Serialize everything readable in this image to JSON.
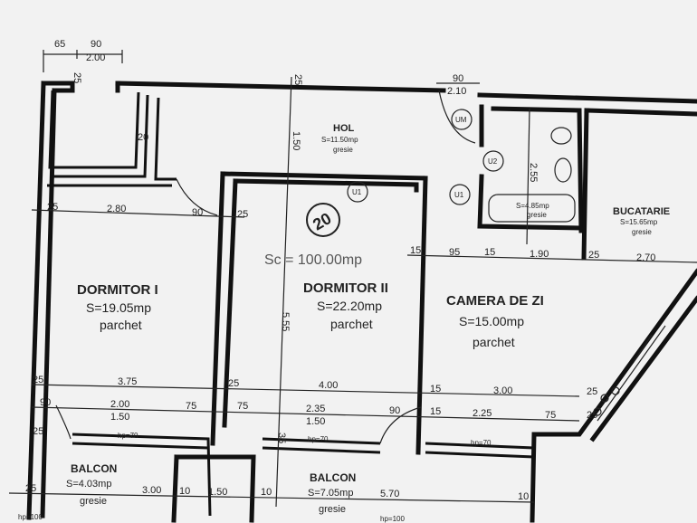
{
  "rooms": {
    "hol": {
      "name": "HOL",
      "area": "S=11.50mp",
      "finish": "gresie"
    },
    "dormitor1": {
      "name": "DORMITOR I",
      "area": "S=19.05mp",
      "finish": "parchet"
    },
    "dormitor2": {
      "name": "DORMITOR II",
      "area": "S=22.20mp",
      "finish": "parchet"
    },
    "camera_zi": {
      "name": "CAMERA DE ZI",
      "area": "S=15.00mp",
      "finish": "parchet"
    },
    "baie": {
      "area": "S=4.85mp",
      "finish": "gresie"
    },
    "bucatarie": {
      "name": "BUCATARIE",
      "area": "S=15.65mp",
      "finish": "gresie"
    },
    "balcon1": {
      "name": "BALCON",
      "area": "S=4.03mp",
      "finish": "gresie"
    },
    "balcon2": {
      "name": "BALCON",
      "area": "S=7.05mp",
      "finish": "gresie"
    }
  },
  "apartment_number": "20",
  "total_area": "Sc = 100.00mp",
  "door_tags": [
    "UM",
    "U2",
    "U1",
    "U1"
  ],
  "sill_labels": [
    "hp=70",
    "hp=70",
    "hp=70",
    "hp=100",
    "hp=100"
  ],
  "dims": [
    "65",
    "90",
    "2.00",
    "25",
    "25",
    "1.50",
    "20",
    "90",
    "2.10",
    "2.55",
    "25",
    "2.80",
    "90",
    "25",
    "5.55",
    "15",
    "95",
    "15",
    "1.90",
    "25",
    "2.70",
    "25",
    "3.75",
    "25",
    "4.00",
    "15",
    "3.00",
    "25",
    "90",
    "2.00",
    "1.50",
    "75",
    "75",
    "2.35",
    "1.50",
    "90",
    "15",
    "2.25",
    "75",
    "25",
    "25",
    "35",
    "25",
    "3.00",
    "10",
    "1.50",
    "10",
    "5.70",
    "10"
  ]
}
